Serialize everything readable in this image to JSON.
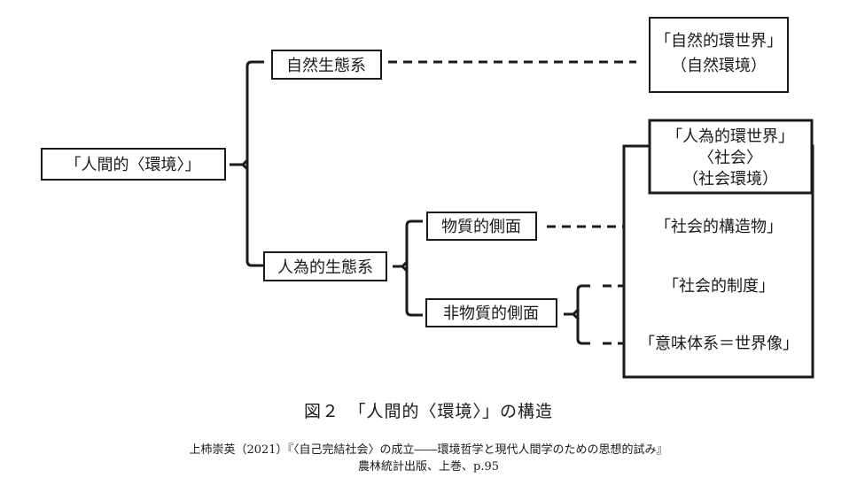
{
  "diagram": {
    "root": "「人間的〈環境〉」",
    "branch_natural": "自然生態系",
    "branch_artificial": "人為的生態系",
    "aspect_material": "物質的側面",
    "aspect_nonmaterial": "非物質的側面",
    "natural_world": {
      "line1": "「自然的環世界」",
      "line2": "（自然環境）"
    },
    "artificial_world": {
      "line1": "「人為的環世界」",
      "line2": "〈社会〉",
      "line3": "（社会環境）"
    },
    "social_structures": "「社会的構造物」",
    "social_institutions": "「社会的制度」",
    "meaning_system": "「意味体系＝世界像」"
  },
  "caption": {
    "figure_title": "図２　「人間的〈環境〉」の構造",
    "citation_line1": "上柿崇英（2021）『〈自己完結社会〉の成立――環境哲学と現代人間学のための思想的試み』",
    "citation_line2": "農林統計出版、上巻、p.95"
  }
}
